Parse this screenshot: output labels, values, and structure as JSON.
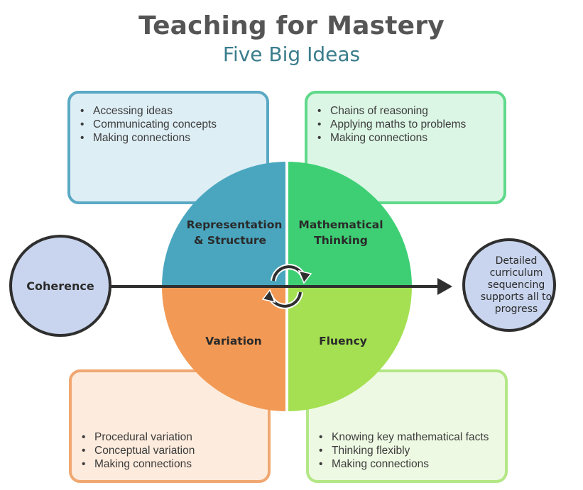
{
  "title": "Teaching for Mastery",
  "subtitle": "Five Big Ideas",
  "colors": {
    "title": "#555556",
    "subtitle": "#3a7d8c",
    "representation": "#4aa6bf",
    "mathematical": "#3ecf74",
    "variation": "#f29a55",
    "fluency": "#a4e052",
    "side_circle_fill": "#c9d5ee",
    "outline": "#2f2f2f"
  },
  "quadrants": {
    "representation": [
      "Representation",
      "& Structure"
    ],
    "mathematical": [
      "Mathematical",
      "Thinking"
    ],
    "variation": [
      "Variation"
    ],
    "fluency": [
      "Fluency"
    ]
  },
  "boxes": {
    "top_left": {
      "items": [
        "Accessing ideas",
        "Communicating concepts",
        "Making connections"
      ],
      "border": "#5aa9c4",
      "fill": "#deeef5"
    },
    "top_right": {
      "items": [
        "Chains of reasoning",
        "Applying maths to problems",
        "Making connections"
      ],
      "border": "#5fd98a",
      "fill": "#dcf6e5"
    },
    "bottom_left": {
      "items": [
        "Procedural variation",
        "Conceptual variation",
        "Making connections"
      ],
      "border": "#f0a771",
      "fill": "#fdebdd"
    },
    "bottom_right": {
      "items": [
        "Knowing key mathematical facts",
        "Thinking flexibly",
        "Making connections"
      ],
      "border": "#b3e786",
      "fill": "#eef9e3"
    }
  },
  "coherence": {
    "label": "Coherence"
  },
  "outcome": {
    "lines": [
      "Detailed",
      "curriculum",
      "sequencing",
      "supports all to",
      "progress"
    ]
  },
  "icons": {
    "center": "cycle-arrows-icon",
    "arrow": "arrowhead-icon"
  }
}
